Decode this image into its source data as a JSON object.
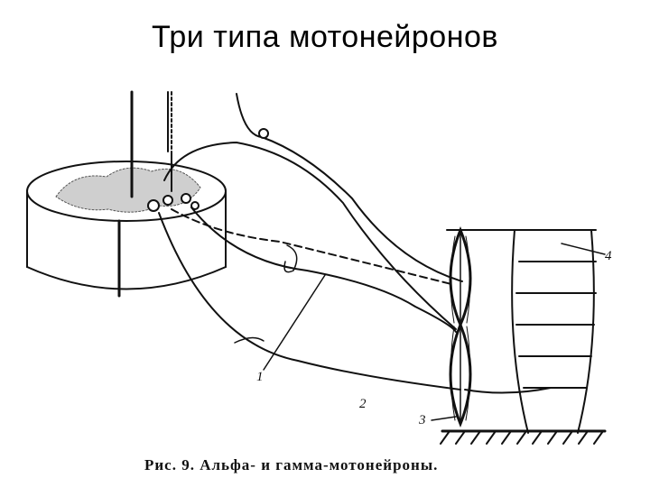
{
  "slide": {
    "title": "Три типа мотонейронов"
  },
  "figure": {
    "caption": "Рис. 9. Альфа- и гамма-мотонейроны.",
    "labels": [
      "1",
      "2",
      "3",
      "4"
    ]
  }
}
